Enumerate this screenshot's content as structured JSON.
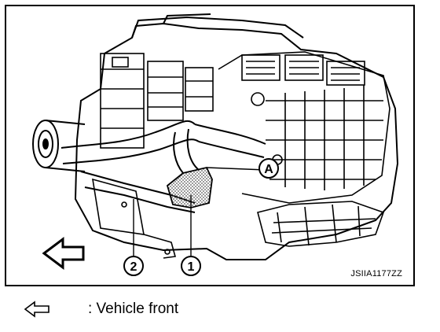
{
  "figure": {
    "callouts": [
      {
        "id": "callout-1",
        "label": "1"
      },
      {
        "id": "callout-2",
        "label": "2"
      },
      {
        "id": "callout-a",
        "label": "A"
      }
    ],
    "code": "JSIIA1177ZZ",
    "direction_icon": "outline-left-arrow-icon"
  },
  "legend": {
    "icon": "outline-left-arrow-icon",
    "text": ": Vehicle front"
  },
  "colors": {
    "line": "#000000",
    "background": "#ffffff",
    "hatch": "#888888"
  }
}
